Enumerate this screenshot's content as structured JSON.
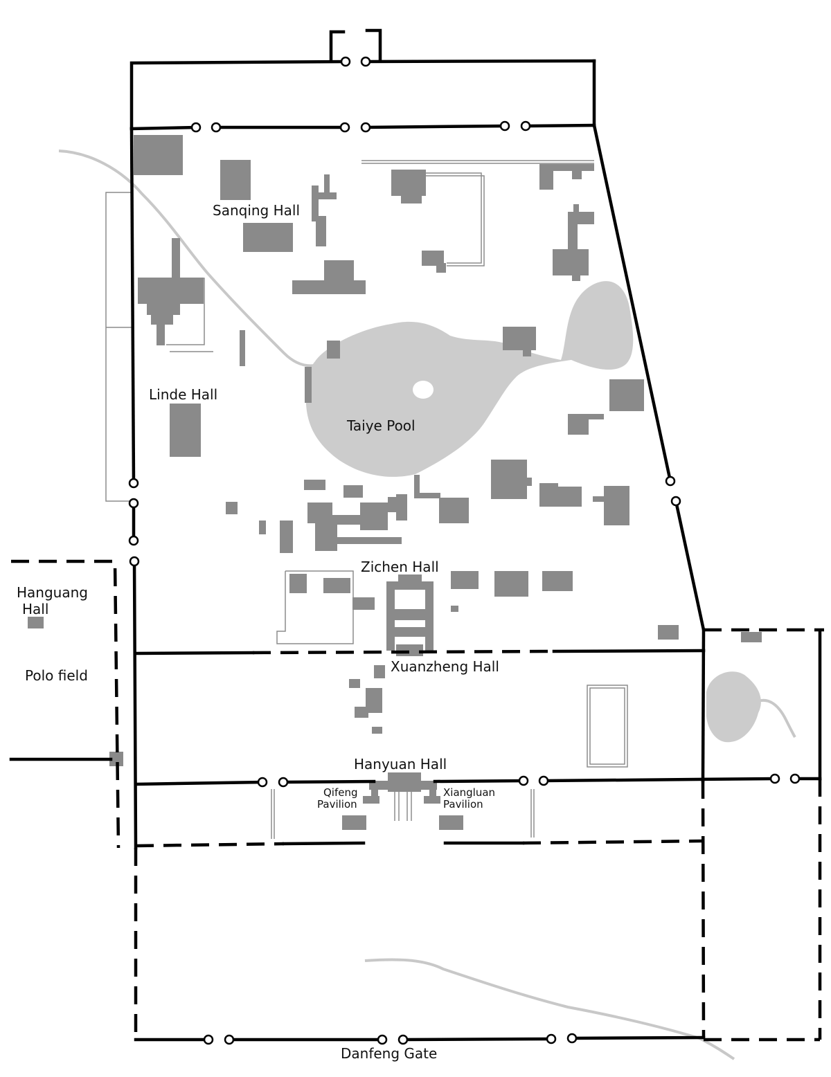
{
  "labels": {
    "sanqing": "Sanqing Hall",
    "linde": "Linde Hall",
    "taiye": "Taiye Pool",
    "zichen": "Zichen Hall",
    "hanguang_1": "Hanguang",
    "hanguang_2": "Hall",
    "polo": "Polo field",
    "xuanzheng": "Xuanzheng Hall",
    "hanyuan": "Hanyuan Hall",
    "qifeng_1": "Qifeng",
    "qifeng_2": "Pavilion",
    "xiangluan_1": "Xiangluan",
    "xiangluan_2": "Pavilion",
    "danfeng": "Danfeng Gate"
  },
  "colors": {
    "wall": "#000000",
    "building": "#8a8a8a",
    "water": "#cccccc",
    "stream": "#c8c8c8",
    "background": "#ffffff"
  }
}
